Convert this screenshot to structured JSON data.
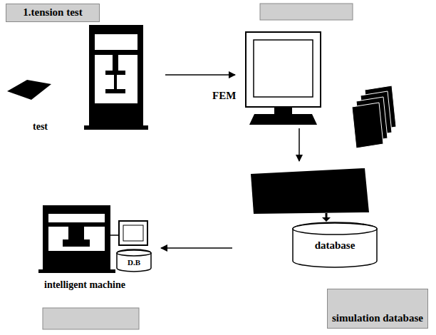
{
  "diagram": {
    "nodes": [
      {
        "text": [
          "1.tension test"
        ]
      },
      {
        "text": [
          "database"
        ]
      },
      {
        "text": [
          "simulation database"
        ]
      },
      {
        "text": [
          "D.B"
        ]
      }
    ],
    "labels": [
      "FEM",
      "test",
      "intelligent machine"
    ]
  }
}
